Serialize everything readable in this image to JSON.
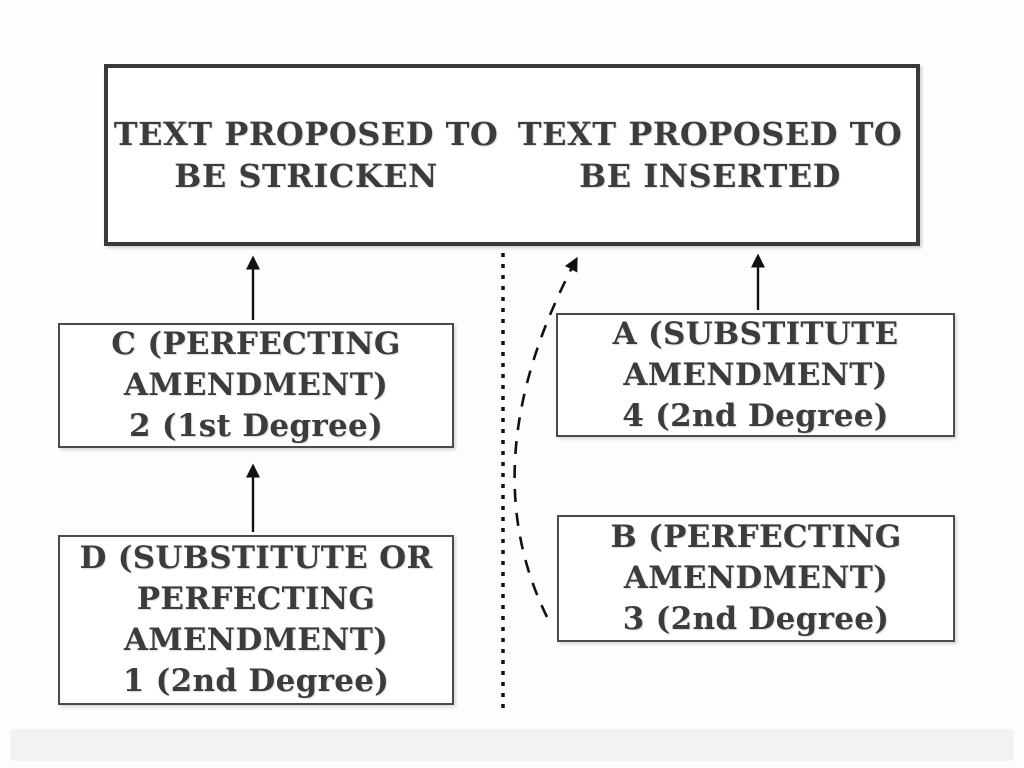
{
  "diagram_title": "Amendment tree diagram",
  "ink_color": "#3a3a3a",
  "background_color": "#fdfdfd",
  "top_box": {
    "stricken_lines": [
      "TEXT PROPOSED TO",
      "BE STRICKEN"
    ],
    "inserted_lines": [
      "TEXT PROPOSED TO",
      "BE INSERTED"
    ]
  },
  "nodes": [
    {
      "key": "C",
      "lines": [
        "C (PERFECTING",
        "AMENDMENT)",
        "2 (1st Degree)"
      ]
    },
    {
      "key": "D",
      "lines": [
        "D (SUBSTITUTE OR",
        "PERFECTING",
        "AMENDMENT)",
        "1 (2nd Degree)"
      ]
    },
    {
      "key": "A",
      "lines": [
        "A (SUBSTITUTE",
        "AMENDMENT)",
        "4 (2nd Degree)"
      ]
    },
    {
      "key": "B",
      "lines": [
        "B (PERFECTING",
        "AMENDMENT)",
        "3 (2nd Degree)"
      ]
    }
  ],
  "connectors": [
    {
      "name": "arrow-c-to-stricken",
      "style": "solid",
      "from": "C",
      "to": "top-box-stricken"
    },
    {
      "name": "arrow-d-to-c",
      "style": "solid",
      "from": "D",
      "to": "C"
    },
    {
      "name": "arrow-a-to-inserted",
      "style": "solid",
      "from": "A",
      "to": "top-box-inserted"
    },
    {
      "name": "arrow-b-to-inserted",
      "style": "dashed-curve",
      "from": "B",
      "to": "top-box-inserted"
    },
    {
      "name": "divider",
      "style": "dotted-vertical"
    }
  ]
}
